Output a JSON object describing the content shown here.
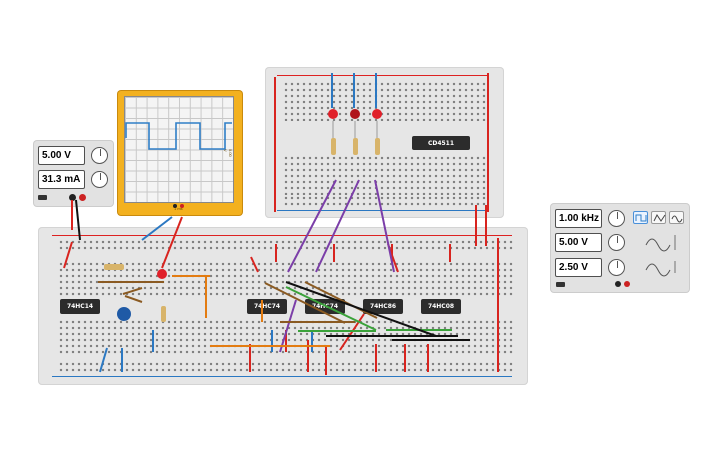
{
  "power_supply": {
    "voltage": "5.00 V",
    "current": "31.3 mA"
  },
  "oscilloscope": {
    "scale_label": "5.00 V",
    "time_label": "1 ms",
    "trace_color": "#2f7ec7",
    "bezel_color": "#f3b11f"
  },
  "function_generator": {
    "frequency": "1.00 kHz",
    "amplitude": "5.00 V",
    "offset": "2.50 V",
    "waveforms": [
      "square-icon",
      "triangle-icon",
      "sine-icon"
    ],
    "active_waveform": "square"
  },
  "chips": {
    "schmitt": "74HC14",
    "flipflop_a": "74HC74",
    "flipflop_b": "74HC74",
    "xor": "74HC86",
    "and": "74HC08",
    "decoder": "CD4511"
  },
  "colors": {
    "wire_red": "#d8241f",
    "wire_blue": "#2b78c2",
    "wire_purple": "#7b3ea8",
    "wire_orange": "#e37c12",
    "wire_green": "#3aa23a",
    "wire_black": "#111111",
    "wire_brown": "#8a5a22"
  }
}
